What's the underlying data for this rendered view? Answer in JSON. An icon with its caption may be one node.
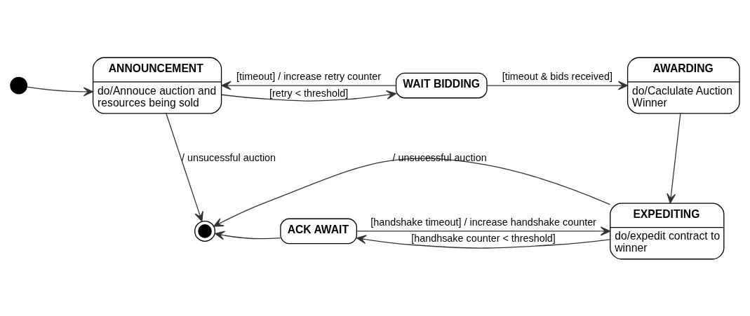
{
  "diagram": {
    "nodes": [
      {
        "text": [],
        "shape": "circle"
      },
      {
        "text": [
          "ANNOUNCEMENT",
          "do/Annouce auction and resources being sold"
        ]
      },
      {
        "text": [
          "WAIT BIDDING"
        ]
      },
      {
        "text": [
          "AWARDING",
          "do/Caclulate Auction Winner"
        ]
      },
      {
        "text": [
          "EXPEDITING",
          "do/expedit contract to winner"
        ]
      },
      {
        "text": [
          "ACK AWAIT"
        ]
      },
      {
        "text": [],
        "shape": "bullseye"
      }
    ],
    "edges": [
      {
        "from": 0,
        "to": 1,
        "arrow": "to"
      },
      {
        "from": 1,
        "to": 2,
        "arrow": "to",
        "label": "[retry < threshold]"
      },
      {
        "from": 2,
        "to": 1,
        "arrow": "to",
        "label": "[timeout] / increase retry counter"
      },
      {
        "from": 2,
        "to": 3,
        "arrow": "to",
        "label": "[timeout & bids received]"
      },
      {
        "from": 3,
        "to": 4,
        "arrow": "to"
      },
      {
        "from": 4,
        "to": 6,
        "arrow": "to",
        "label": "/ unsucessful auction"
      },
      {
        "from": 1,
        "to": 6,
        "arrow": "to",
        "label": "/ unsucessful auction"
      },
      {
        "from": 4,
        "to": 5,
        "arrow": "to",
        "label": "[handhsake counter < threshold]"
      },
      {
        "from": 5,
        "to": 6,
        "arrow": "to"
      },
      {
        "from": 5,
        "to": 4,
        "arrow": "to",
        "label": "[handshake timeout] / increase handshake counter"
      }
    ]
  }
}
